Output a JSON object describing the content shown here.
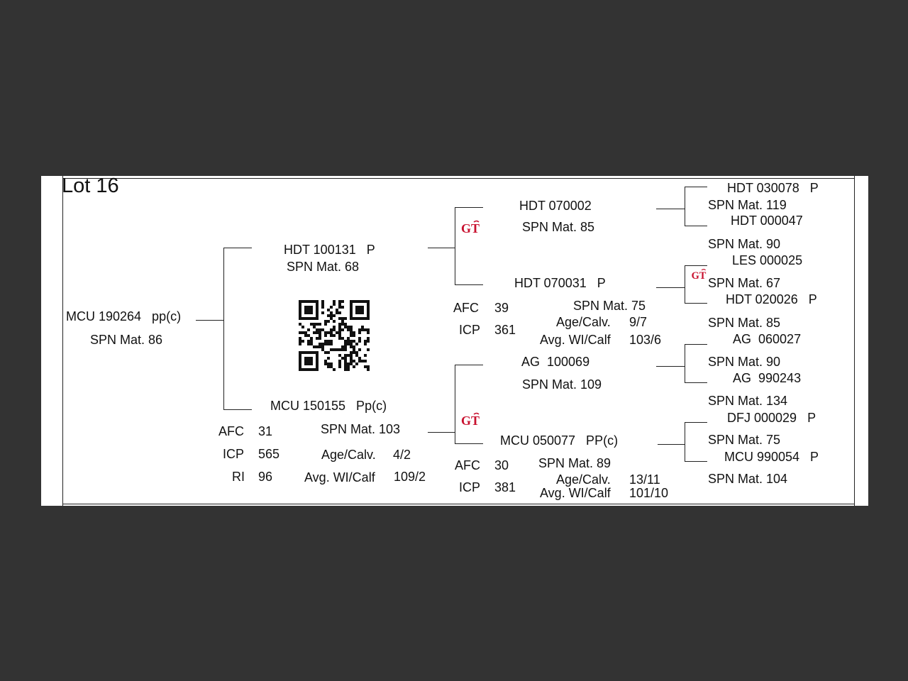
{
  "lot_title": "Lot 16",
  "subject": {
    "id": "MCU 190264   pp(c)",
    "spn": "SPN Mat. 86"
  },
  "sire": {
    "id": "HDT 100131   P",
    "spn": "SPN Mat. 68"
  },
  "dam": {
    "id": "MCU 150155   Pp(c)",
    "spn": "SPN Mat. 103",
    "afc_label": "AFC",
    "afc": "31",
    "icp_label": "ICP",
    "icp": "565",
    "ri_label": "RI",
    "ri": "96",
    "age_calv_label": "Age/Calv.",
    "age_calv": "4/2",
    "avg_wi_label": "Avg. WI/Calf",
    "avg_wi": "109/2"
  },
  "ss": {
    "id": "HDT 070002",
    "spn": "SPN Mat. 85"
  },
  "sd": {
    "id": "HDT 070031   P",
    "spn": "SPN Mat. 75",
    "afc_label": "AFC",
    "afc": "39",
    "icp_label": "ICP",
    "icp": "361",
    "age_calv_label": "Age/Calv.",
    "age_calv": "9/7",
    "avg_wi_label": "Avg. WI/Calf",
    "avg_wi": "103/6"
  },
  "ds": {
    "id": "AG  100069",
    "spn": "SPN Mat. 109"
  },
  "dd": {
    "id": "MCU 050077   PP(c)",
    "spn": "SPN Mat. 89",
    "afc_label": "AFC",
    "afc": "30",
    "icp_label": "ICP",
    "icp": "381",
    "age_calv_label": "Age/Calv.",
    "age_calv": "13/11",
    "avg_wi_label": "Avg. WI/Calf",
    "avg_wi": "101/10"
  },
  "gen3": [
    {
      "id": "HDT 030078   P",
      "spn": "SPN Mat. 119"
    },
    {
      "id": "HDT 000047",
      "spn": "SPN Mat. 90"
    },
    {
      "id": "LES 000025",
      "spn": "SPN Mat. 67"
    },
    {
      "id": "HDT 020026   P",
      "spn": "SPN Mat. 85"
    },
    {
      "id": "AG  060027",
      "spn": "SPN Mat. 90"
    },
    {
      "id": "AG  990243",
      "spn": "SPN Mat. 134"
    },
    {
      "id": "DFJ 000029   P",
      "spn": "SPN Mat. 75"
    },
    {
      "id": "MCU 990054   P",
      "spn": "SPN Mat. 104"
    }
  ],
  "logo_text": "GT",
  "colors": {
    "background": "#333333",
    "page": "#ffffff",
    "logo_red": "#c8102e"
  }
}
